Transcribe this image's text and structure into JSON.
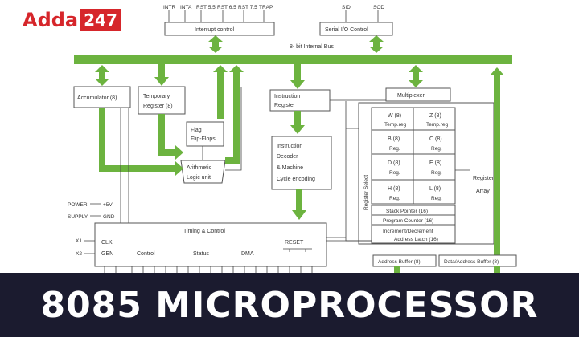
{
  "logo": {
    "name": "Adda",
    "num": "247"
  },
  "banner": {
    "title": "8085 MICROPROCESSOR"
  },
  "pins_top": [
    "INTR",
    "INTA",
    "RST 5.5",
    "RST 6.5",
    "RST 7.5",
    "TRAP",
    "SID",
    "SOD"
  ],
  "blocks": {
    "interrupt_control": "Interrupt control",
    "serial_io": "Serial I/O Control",
    "internal_bus": "8- bit Internal Bus",
    "accumulator": "Accumulator (8)",
    "temp_reg_1": "Temporary",
    "temp_reg_2": "Register (8)",
    "flag_1": "Flag",
    "flag_2": "Flip-Flops",
    "alu_1": "Arithmetic",
    "alu_2": "Logic unit",
    "instr_reg_1": "Instruction",
    "instr_reg_2": "Register",
    "decoder_1": "Instruction",
    "decoder_2": "Decoder",
    "decoder_3": "& Machine",
    "decoder_4": "Cycle encoding",
    "multiplexer": "Multiplexer",
    "register_select": "Register Select",
    "register_array_1": "Register",
    "register_array_2": "Array",
    "timing_control": "Timing & Control",
    "address_buffer": "Address Buffer (8)",
    "data_address_buffer": "Data/Address Buffer (8)"
  },
  "registers": [
    {
      "name": "W (8)",
      "sub": "Temp.reg"
    },
    {
      "name": "Z (8)",
      "sub": "Temp.reg"
    },
    {
      "name": "B (8)",
      "sub": "Reg."
    },
    {
      "name": "C (8)",
      "sub": "Reg."
    },
    {
      "name": "D (8)",
      "sub": "Reg."
    },
    {
      "name": "E (8)",
      "sub": "Reg."
    },
    {
      "name": "H (8)",
      "sub": "Reg."
    },
    {
      "name": "L (8)",
      "sub": "Reg."
    }
  ],
  "wide_registers": [
    "Stack Pointer (16)",
    "Program Counter (16)",
    "Increment/Decrement",
    "Address Latch (16)"
  ],
  "power": {
    "power": "POWER",
    "supply": "SUPPLY",
    "v5": "+5V",
    "gnd": "GND"
  },
  "clock": {
    "x1": "X1",
    "x2": "X2",
    "clk": "CLK",
    "gen": "GEN"
  },
  "timing_labels": {
    "control": "Control",
    "status": "Status",
    "dma": "DMA",
    "reset": "RESET"
  },
  "colors": {
    "bus": "#6cb33f",
    "banner_bg": "#1b1b2f",
    "logo_red": "#d6262b"
  }
}
